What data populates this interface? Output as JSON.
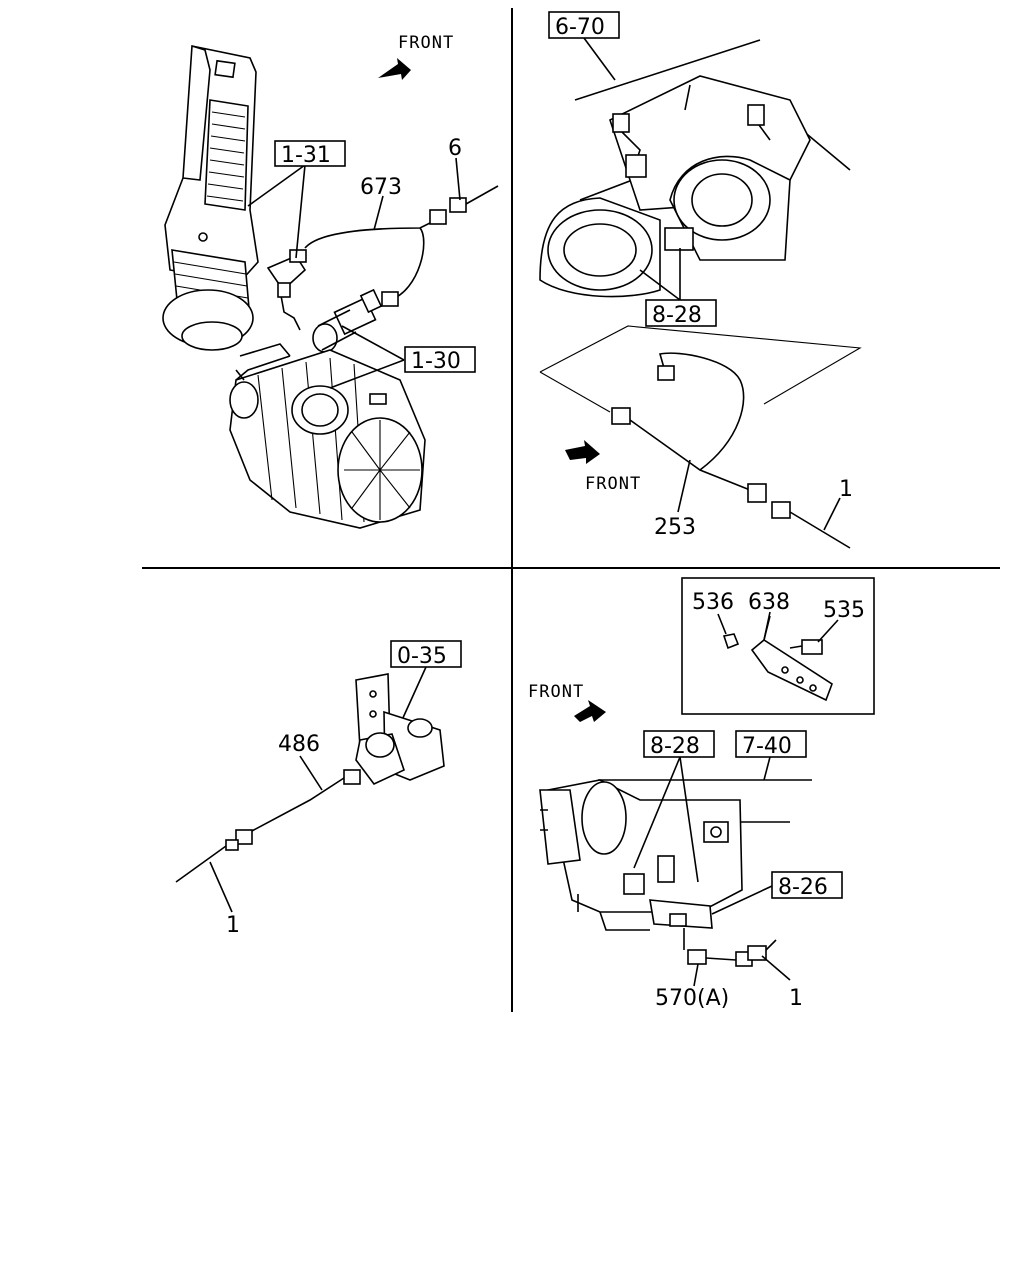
{
  "diagram": {
    "quadrant_top_left": {
      "front_label": "FRONT",
      "ref_boxes": [
        "1-31",
        "1-30"
      ],
      "callouts": [
        "673",
        "6"
      ]
    },
    "quadrant_top_right": {
      "front_label": "FRONT",
      "ref_boxes": [
        "6-70",
        "8-28"
      ],
      "callouts": [
        "253",
        "1"
      ]
    },
    "quadrant_bottom_left": {
      "ref_boxes": [
        "0-35"
      ],
      "callouts": [
        "486",
        "1"
      ]
    },
    "quadrant_bottom_right": {
      "front_label": "FRONT",
      "ref_boxes": [
        "8-28",
        "7-40",
        "8-26"
      ],
      "callouts": [
        "570(A)",
        "1"
      ],
      "inset_callouts": [
        "536",
        "638",
        "535"
      ]
    }
  }
}
